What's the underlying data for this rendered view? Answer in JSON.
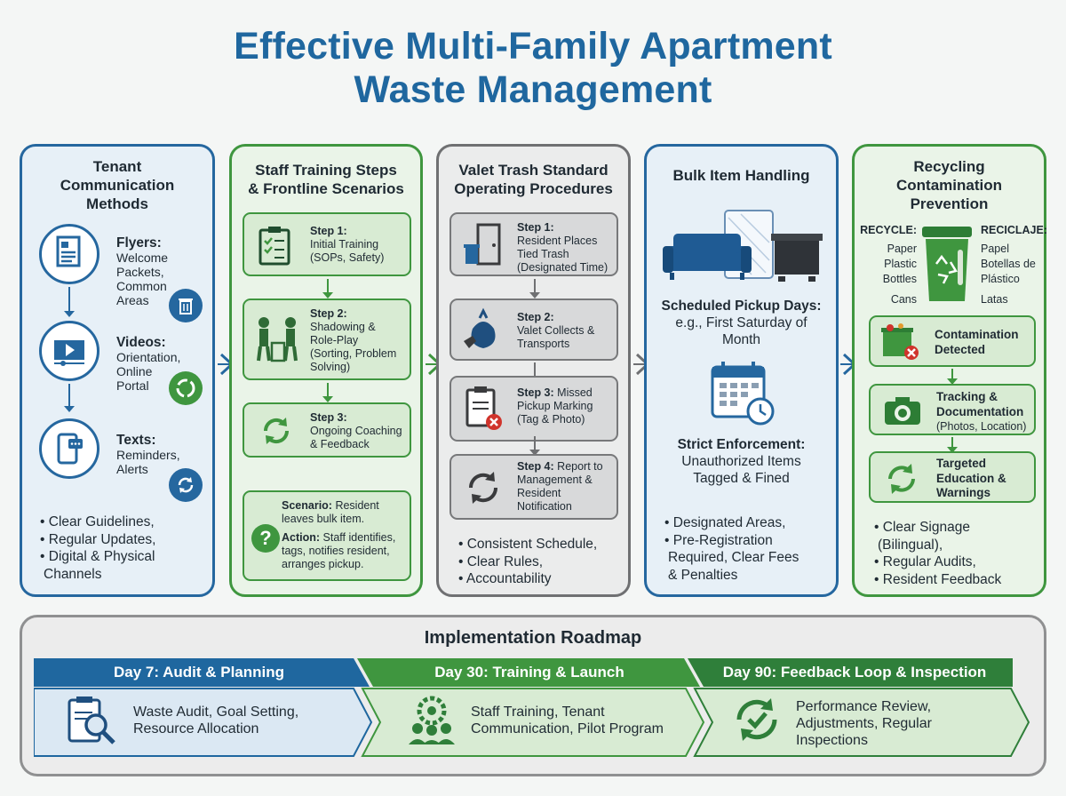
{
  "title": [
    "Effective Multi-Family Apartment",
    "Waste Management"
  ],
  "columns": {
    "tenant": {
      "heading": [
        "Tenant",
        "Communication",
        "Methods"
      ],
      "methods": [
        {
          "label": "Flyers:",
          "lines": [
            "Welcome",
            "Packets,",
            "Common",
            "Areas"
          ]
        },
        {
          "label": "Videos:",
          "lines": [
            "Orientation,",
            "Online",
            "Portal"
          ]
        },
        {
          "label": "Texts:",
          "lines": [
            "Reminders,",
            "Alerts"
          ]
        }
      ],
      "bullets": [
        [
          "•",
          "Clear Guidelines,"
        ],
        [
          "•",
          "Regular Updates,"
        ],
        [
          "•",
          "Digital & Physical"
        ],
        [
          "",
          "Channels"
        ]
      ]
    },
    "staff": {
      "heading": [
        "Staff Training Steps",
        "& Frontline Scenarios"
      ],
      "steps": [
        {
          "label": "Step 1:",
          "lines": [
            "Initial Training",
            "(SOPs, Safety)"
          ]
        },
        {
          "label": "Step 2:",
          "lines": [
            "Shadowing &",
            "Role-Play",
            "(Sorting, Problem",
            "Solving)"
          ]
        },
        {
          "label": "Step 3:",
          "lines": [
            "Ongoing Coaching",
            "& Feedback"
          ]
        }
      ],
      "scenario": {
        "scenario_label": "Scenario:",
        "scenario_text": " Resident",
        "scenario_line2": "leaves bulk item.",
        "action_label": "Action:",
        "action_text": " Staff identifies,",
        "action_lines": [
          "tags, notifies resident,",
          "arranges pickup."
        ]
      }
    },
    "valet": {
      "heading": [
        "Valet Trash Standard",
        "Operating Procedures"
      ],
      "steps": [
        {
          "label": "Step 1:",
          "lines": [
            "Resident Places",
            "Tied Trash",
            "(Designated Time)"
          ]
        },
        {
          "label": "Step 2:",
          "lines": [
            "Valet Collects &",
            "Transports"
          ]
        },
        {
          "label": "Step 3:",
          "label_rest": " Missed",
          "lines": [
            "Pickup Marking",
            "(Tag & Photo)"
          ]
        },
        {
          "label": "Step 4:",
          "label_rest": " Report to",
          "lines": [
            "Management &",
            "Resident",
            "Notification"
          ]
        }
      ],
      "bullets": [
        "Consistent Schedule,",
        "Clear Rules,",
        "Accountability"
      ]
    },
    "bulk": {
      "heading": "Bulk Item Handling",
      "pickup_label": "Scheduled Pickup Days:",
      "pickup_lines": [
        "e.g., First Saturday of",
        "Month"
      ],
      "enforce_label": "Strict Enforcement:",
      "enforce_lines": [
        "Unauthorized Items",
        "Tagged & Fined"
      ],
      "bullets": [
        [
          "•",
          "Designated Areas,"
        ],
        [
          "•",
          "Pre-Registration"
        ],
        [
          "",
          "Required, Clear Fees"
        ],
        [
          "",
          "& Penalties"
        ]
      ]
    },
    "recycling": {
      "heading": [
        "Recycling",
        "Contamination",
        "Prevention"
      ],
      "recycle_label": "RECYCLE:",
      "recycle_items": [
        "Paper",
        "Plastic",
        "Bottles",
        "Cans"
      ],
      "reciclaje_label": "RECICLAJE:",
      "reciclaje_items": [
        "Papel",
        "Botellas de",
        "Plástico",
        "Latas"
      ],
      "steps": [
        {
          "lines": [
            "Contamination",
            "Detected"
          ]
        },
        {
          "lines": [
            "Tracking &",
            "Documentation"
          ],
          "sub": "(Photos, Location)"
        },
        {
          "lines": [
            "Targeted",
            "Education &",
            "Warnings"
          ]
        }
      ],
      "bullets": [
        [
          "•",
          "Clear Signage"
        ],
        [
          "",
          "(Bilingual),"
        ],
        [
          "•",
          "Regular Audits,"
        ],
        [
          "•",
          "Resident Feedback"
        ]
      ]
    }
  },
  "roadmap": {
    "title": "Implementation Roadmap",
    "phases": [
      {
        "header": "Day 7: Audit & Planning",
        "lines": [
          "Waste Audit, Goal Setting,",
          "Resource Allocation"
        ],
        "color": "#1f679f"
      },
      {
        "header": "Day 30: Training & Launch",
        "lines": [
          "Staff Training, Tenant",
          "Communication, Pilot Program"
        ],
        "color": "#3f963f"
      },
      {
        "header": "Day 90: Feedback Loop & Inspection",
        "lines": [
          "Performance Review,",
          "Adjustments, Regular",
          "Inspections"
        ],
        "color": "#2f7f3a"
      }
    ]
  },
  "colors": {
    "blue": "#1f679f",
    "green": "#3f963f",
    "grey": "#6f7072"
  },
  "icons": [
    "document-icon",
    "video-play-icon",
    "phone-chat-icon",
    "trash-can-icon",
    "recycle-icon",
    "sync-icon",
    "clipboard-check-icon",
    "staff-bins-icon",
    "cycle-arrows-icon",
    "question-icon",
    "door-bin-icon",
    "trash-bag-hand-icon",
    "clipboard-x-icon",
    "refresh-icon",
    "sofa-icon",
    "mattress-icon",
    "dumpster-icon",
    "calendar-clock-icon",
    "recycle-bin-icon",
    "contaminated-bin-icon",
    "camera-icon",
    "cycle-check-icon",
    "magnifier-clipboard-icon",
    "gear-people-icon",
    "check-cycle-icon"
  ]
}
